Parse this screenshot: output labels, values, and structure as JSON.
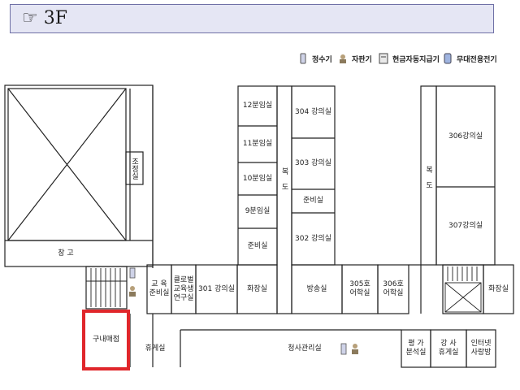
{
  "header": {
    "icon": "pointing-hand-icon",
    "floor": "3F"
  },
  "legend": [
    {
      "icon": "water-purifier-icon",
      "label": "정수기"
    },
    {
      "icon": "vending-machine-icon",
      "label": "자판기"
    },
    {
      "icon": "cash-dispenser-icon",
      "label": "현금자동지급기"
    },
    {
      "icon": "payphone-icon",
      "label": "무대전용전기"
    }
  ],
  "rooms": {
    "storage": "창 고",
    "control": "조정실",
    "edu_prep": "교 육\n준비실",
    "club_room": "클로벌\n교육생\n연구실",
    "lecture_301": "301 강의실",
    "restroom_left": "화장실",
    "seminar_12": "12분임실",
    "seminar_11": "11분임실",
    "seminar_10": "10분임실",
    "seminar_9": "9분임실",
    "prep_left": "준비실",
    "corridor_north": "복 도",
    "lecture_304": "304 강의실",
    "lecture_303": "303 강의실",
    "prep_mid": "준비실",
    "lecture_302": "302 강의실",
    "broadcast": "방송실",
    "lang_305a": "305호\n어학실",
    "lang_305b": "306호\n어학실",
    "corridor_east": "복 도",
    "lecture_306": "306강의실",
    "lecture_307": "307강의실",
    "restroom_right": "화장실",
    "store": "구내매점",
    "lounge": "휴게실",
    "facility_mgmt": "청사관리실",
    "eval_room": "평 가\n분석실",
    "instructor_lounge": "강 사\n휴게실",
    "internet": "인터넷\n사랑방"
  },
  "highlight": {
    "label": "구내매점",
    "color": "#e0262b"
  }
}
